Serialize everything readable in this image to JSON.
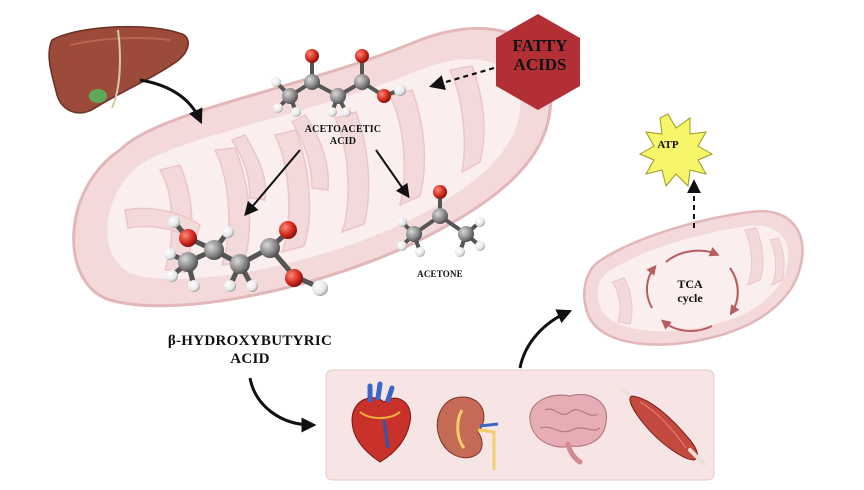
{
  "labels": {
    "fatty_acids_line1": "FATTY",
    "fatty_acids_line2": "ACIDS",
    "acetoacetic_line1": "ACETOACETIC",
    "acetoacetic_line2": "ACID",
    "acetone": "ACETONE",
    "bhb_line1": "β-HYDROXYBUTYRIC",
    "bhb_line2": "ACID",
    "atp": "ATP",
    "tca_line1": "TCA",
    "tca_line2": "cycle"
  },
  "colors": {
    "mito_outer": "#f3d9da",
    "mito_inner": "#fbeeee",
    "mito_edge": "#e3b6b8",
    "fatty_hexagon": "#b32f36",
    "atp_star": "#f7f56a",
    "carbon": "#8a8a8a",
    "oxygen": "#d42a1f",
    "hydrogen": "#f2f2f2",
    "liver": "#9c4a3a",
    "organ_panel": "#f7e4e5",
    "tca_arrows": "#b85c5f"
  },
  "icons": {
    "liver": "liver-icon",
    "heart": "heart-icon",
    "kidney": "kidney-icon",
    "brain": "brain-icon",
    "muscle": "muscle-icon"
  }
}
